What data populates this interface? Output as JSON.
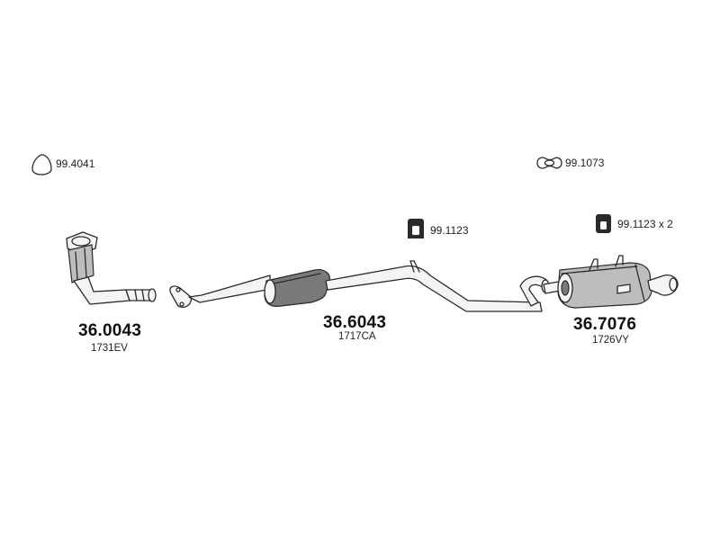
{
  "accessories": {
    "ring": {
      "code": "99.4041",
      "icon": "gasket-ring-icon"
    },
    "clamp": {
      "code": "99.1073",
      "icon": "exhaust-clamp-icon"
    },
    "hanger_mid": {
      "code": "99.1123",
      "icon": "rubber-hanger-icon"
    },
    "hanger_rear": {
      "code": "99.1123 x 2",
      "icon": "rubber-hanger-icon"
    }
  },
  "parts": [
    {
      "number": "36.0043",
      "ref": "1731EV",
      "icon": "catalytic-converter-icon"
    },
    {
      "number": "36.6043",
      "ref": "1717CA",
      "icon": "middle-silencer-pipe-icon"
    },
    {
      "number": "36.7076",
      "ref": "1726VY",
      "icon": "rear-silencer-icon"
    }
  ]
}
